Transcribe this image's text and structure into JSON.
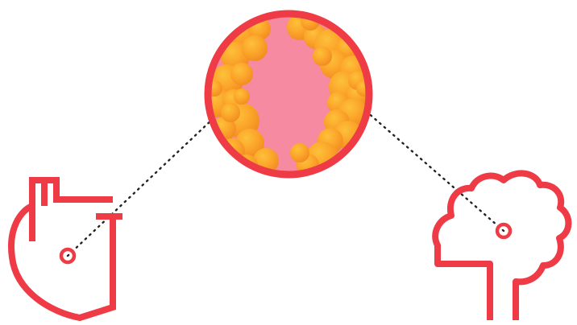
{
  "colors": {
    "background": "#ffffff",
    "outline": "#ee3b46",
    "lumen": "#f68aa0",
    "plaque_light": "#fdc13a",
    "plaque_mid": "#fba52a",
    "plaque_dark": "#f28c22",
    "connector": "#222222"
  },
  "icons": {
    "heart": "heart-outline-icon",
    "brain": "head-brain-outline-icon",
    "artery": "artery-cross-section-icon"
  },
  "diagram": {
    "nodes": [
      "heart",
      "artery",
      "brain"
    ],
    "edges": [
      {
        "from": "heart",
        "to": "artery",
        "style": "dotted"
      },
      {
        "from": "brain",
        "to": "artery",
        "style": "dotted"
      }
    ]
  }
}
